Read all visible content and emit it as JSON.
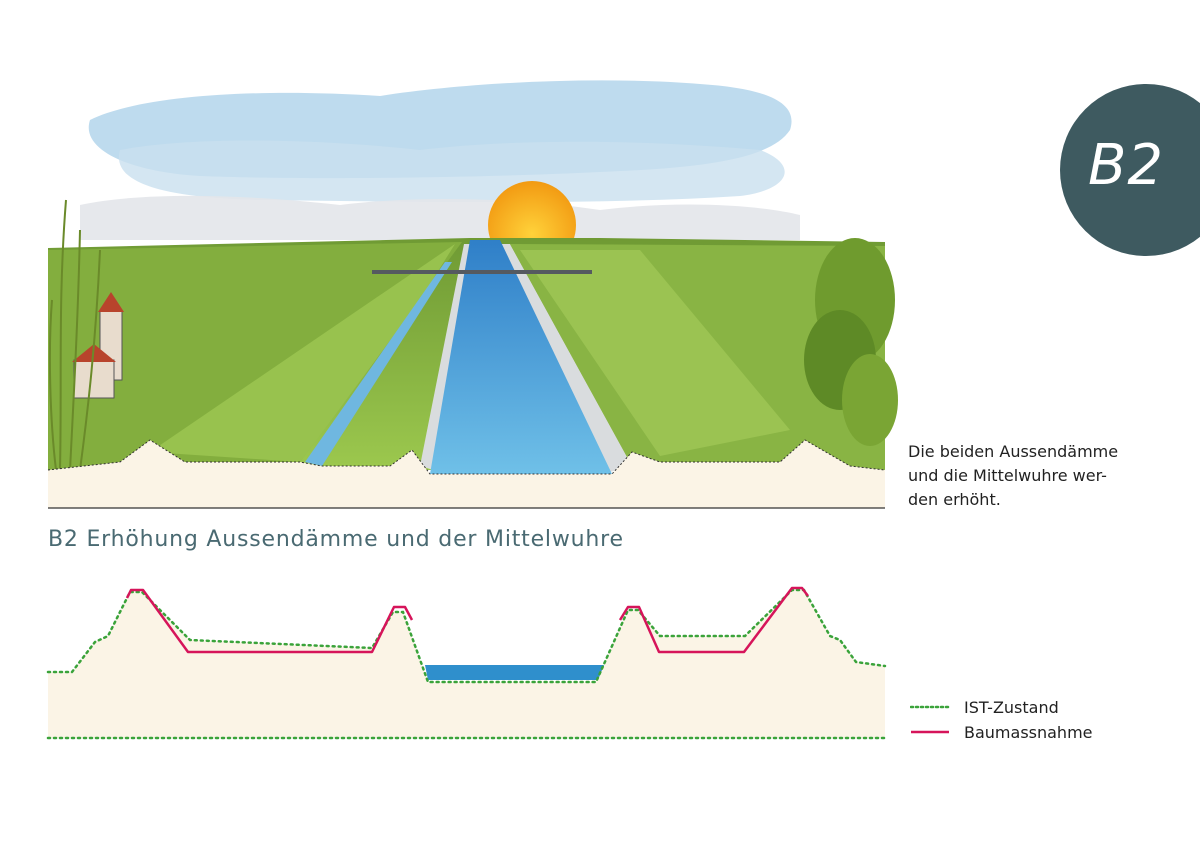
{
  "badge": {
    "label": "B2",
    "color": "#3e5a60"
  },
  "description": {
    "lines": [
      "Die beiden Aussendämme",
      "und die Mittelwuhre wer-",
      "den erhöht."
    ]
  },
  "section_title": "B2 Erhöhung Aussendämme und der Mittelwuhre",
  "legend": [
    {
      "label": "IST-Zustand",
      "color": "#3aa33a",
      "style": "dotted"
    },
    {
      "label": "Baumassnahme",
      "color": "#d6145a",
      "style": "solid"
    }
  ],
  "colors": {
    "ground": "#fbf4e6",
    "water": "#3a8fd0",
    "grass": "#7aa83c",
    "sky": "#a8cfe8",
    "sun": "#f2a81c"
  }
}
